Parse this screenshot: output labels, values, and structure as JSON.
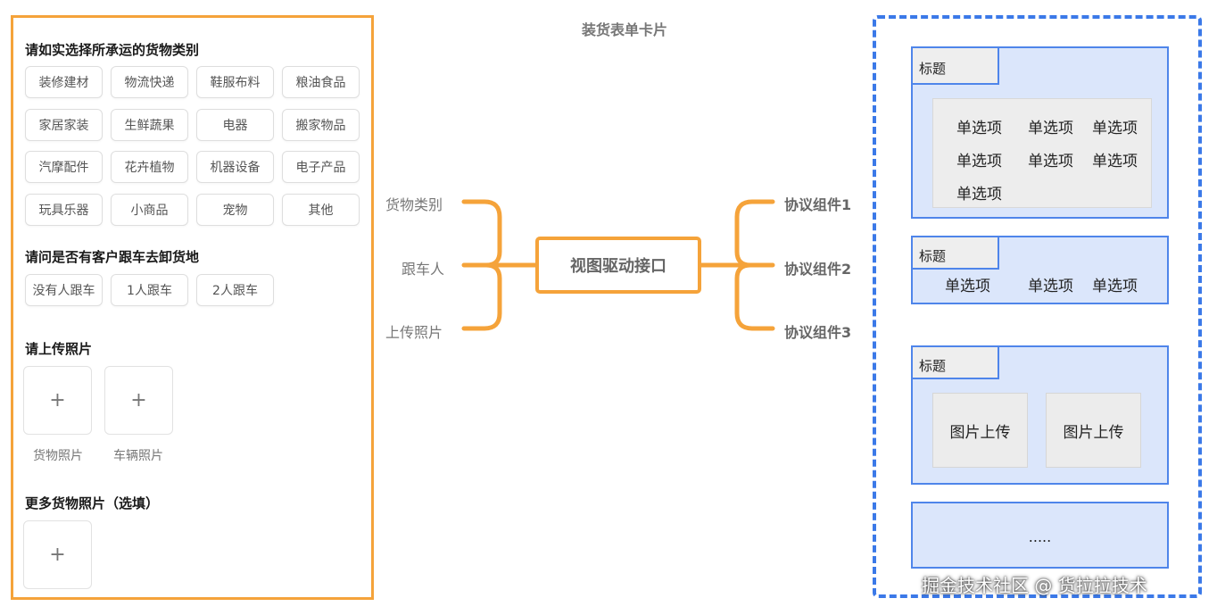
{
  "page_title": "装货表单卡片",
  "form": {
    "section_cargo_title": "请如实选择所承运的货物类别",
    "cargo_categories": [
      "装修建材",
      "物流快递",
      "鞋服布料",
      "粮油食品",
      "家居家装",
      "生鲜蔬果",
      "电器",
      "搬家物品",
      "汽摩配件",
      "花卉植物",
      "机器设备",
      "电子产品",
      "玩具乐器",
      "小商品",
      "宠物",
      "其他"
    ],
    "section_follow_title": "请问是否有客户跟车去卸货地",
    "follow_options": [
      "没有人跟车",
      "1人跟车",
      "2人跟车"
    ],
    "section_photo_title": "请上传照片",
    "photo_uploads": [
      {
        "icon": "plus-icon",
        "symbol": "+",
        "label": "货物照片"
      },
      {
        "icon": "plus-icon",
        "symbol": "+",
        "label": "车辆照片"
      }
    ],
    "section_more_title": "更多货物照片（选填）",
    "more_upload_symbol": "+"
  },
  "diagram": {
    "left_labels": [
      "货物类别",
      "跟车人",
      "上传照片"
    ],
    "hub_label": "视图驱动接口",
    "right_labels": [
      "协议组件1",
      "协议组件2",
      "协议组件3"
    ],
    "connector_color": "#f5a33a"
  },
  "cards": {
    "border_color": "#3b79e8",
    "card1": {
      "tag": "标题",
      "options": [
        "单选项",
        "单选项",
        "单选项",
        "单选项",
        "单选项",
        "单选项",
        "单选项"
      ]
    },
    "card2": {
      "tag": "标题",
      "options": [
        "单选项",
        "单选项",
        "单选项"
      ]
    },
    "card3": {
      "tag": "标题",
      "uploads": [
        "图片上传",
        "图片上传"
      ]
    },
    "card4": {
      "ellipsis": "....."
    }
  },
  "footer": "掘金技术社区 @ 货拉拉技术"
}
